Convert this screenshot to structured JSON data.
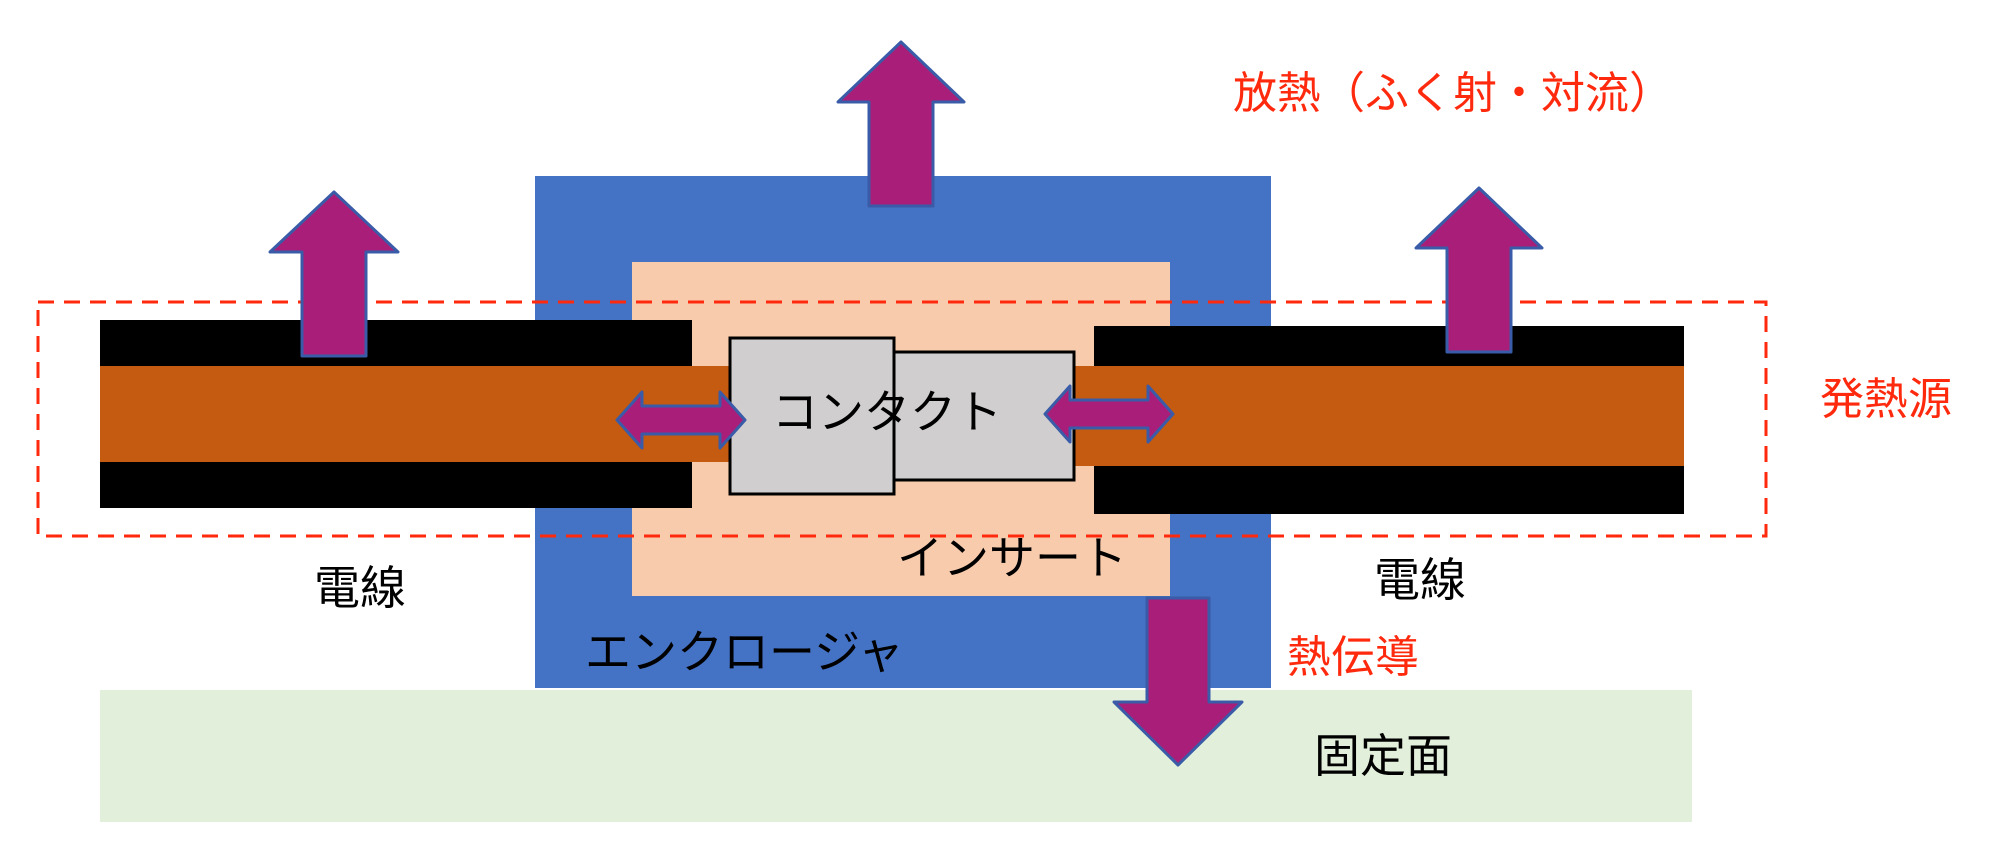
{
  "labels": {
    "radiation": "放熱（ふく射・対流）",
    "heat_source": "発熱源",
    "contact": "コンタクト",
    "insert": "インサート",
    "enclosure": "エンクロージャ",
    "wire_left": "電線",
    "wire_right": "電線",
    "conduction": "熱伝導",
    "mounting_surface": "固定面"
  },
  "colors": {
    "enclosure": "#4472c4",
    "insert": "#f8cbad",
    "contact": "#d0cece",
    "wire_core": "#c55a11",
    "wire_jacket": "#000000",
    "arrow_fill": "#a81e78",
    "arrow_stroke": "#3a5ca8",
    "mounting_surface": "#e2efda",
    "annotation_red": "#ff2a0e",
    "text": "#000000"
  }
}
